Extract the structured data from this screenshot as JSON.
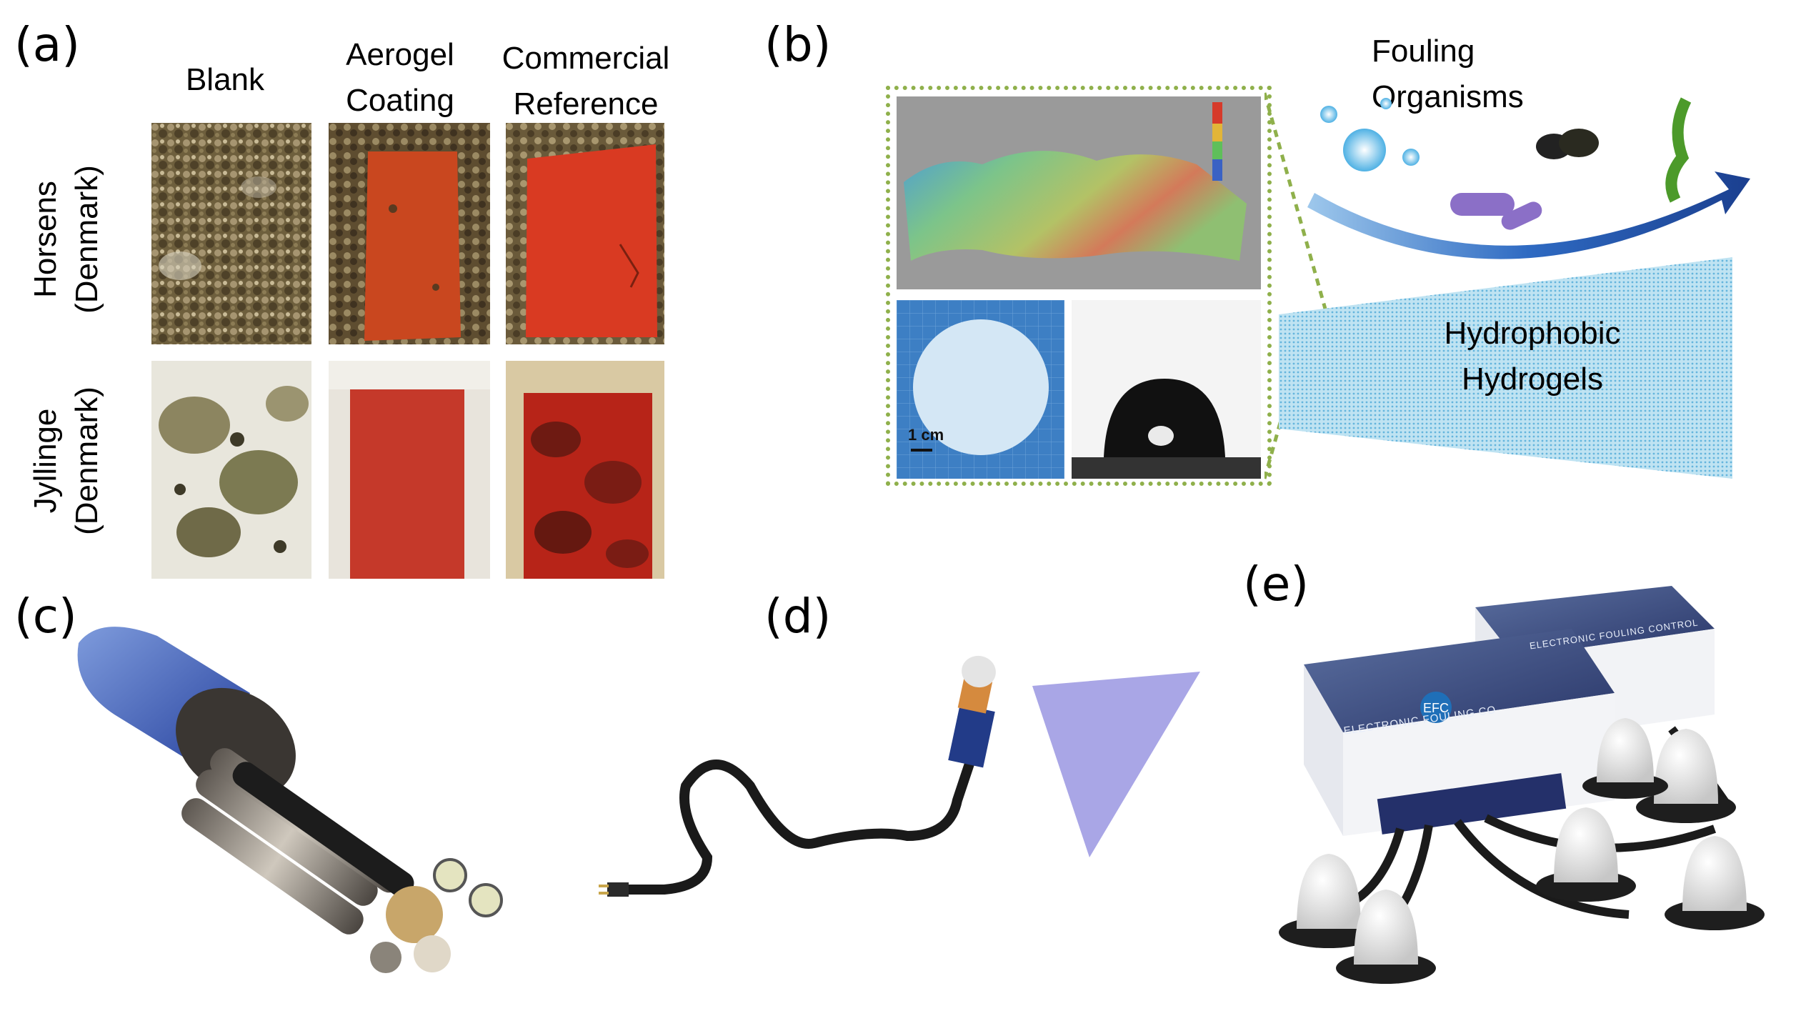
{
  "panel_a": {
    "label": "(a)",
    "columns": [
      "Blank",
      "Aerogel\nCoating",
      "Commercial\nReference"
    ],
    "col_blank": "Blank",
    "col_aerogel_1": "Aerogel",
    "col_aerogel_2": "Coating",
    "col_commercial_1": "Commercial",
    "col_commercial_2": "Reference",
    "row1_1": "Horsens",
    "row1_2": "(Denmark)",
    "row2_1": "Jyllinge",
    "row2_2": "(Denmark)",
    "colors": {
      "fouling": "#8a7a55",
      "coating": "#c8421e",
      "commercial": "#d83a20"
    }
  },
  "panel_b": {
    "label": "(b)",
    "fouling_1": "Fouling",
    "fouling_2": "Organisms",
    "hydro_1": "Hydrophobic",
    "hydro_2": "Hydrogels",
    "scale_bar": "1 cm",
    "colors": {
      "hydrogel_fill": "#a8dcef",
      "arrow": "#2a5fb8"
    }
  },
  "panel_c": {
    "label": "(c)"
  },
  "panel_d": {
    "label": "(d)",
    "colors": {
      "triangle": "#a9a6e6"
    }
  },
  "panel_e": {
    "label": "(e)",
    "device_text_1": "ELECTRONIC FOULING CONTROL",
    "device_text_2": "ELECTRONIC FOULING CO",
    "logo": "EFC"
  }
}
